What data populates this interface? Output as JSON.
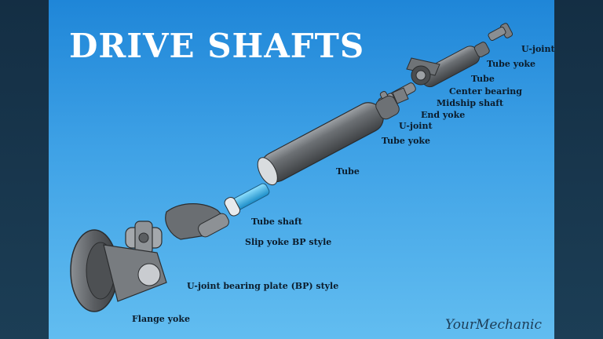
{
  "title": "DRIVE SHAFTS",
  "brand": "YourMechanic",
  "colors": {
    "background_top": "#1f86d8",
    "background_bottom": "#62bdf0",
    "metal": "#5d6064",
    "metal_light": "#9b9fa3",
    "accent": "#2aa9e0"
  },
  "labels": {
    "u_joint_top": "U-joint",
    "tube_yoke_top": "Tube yoke",
    "tube_top": "Tube",
    "center_bearing": "Center bearing",
    "midship_shaft": "Midship shaft",
    "end_yoke": "End yoke",
    "u_joint_mid": "U-joint",
    "tube_yoke_mid": "Tube yoke",
    "tube_main": "Tube",
    "tube_shaft": "Tube shaft",
    "slip_yoke": "Slip yoke BP style",
    "u_joint_bp": "U-joint bearing plate (BP) style",
    "flange_yoke": "Flange yoke"
  }
}
